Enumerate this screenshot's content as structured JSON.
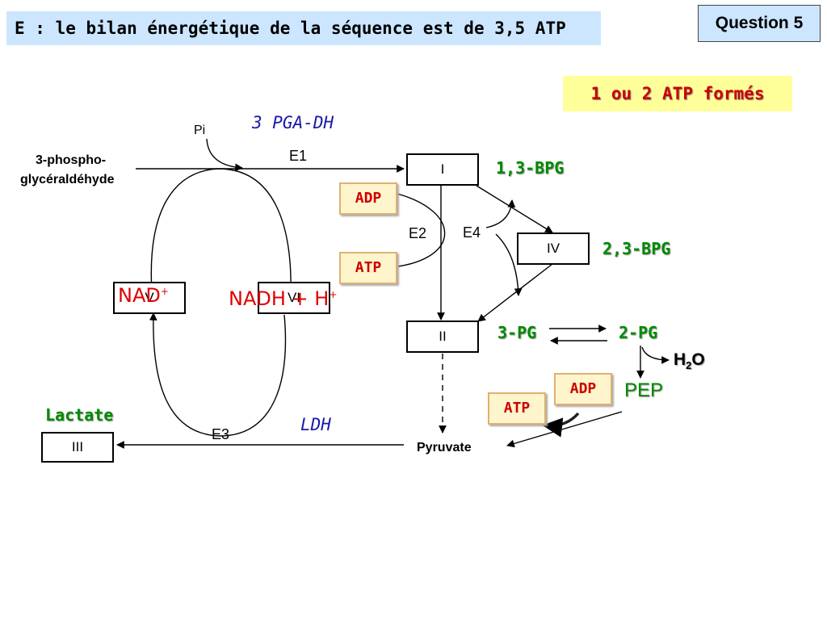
{
  "header": {
    "title": "E : le bilan énergétique de la séquence est de 3,5 ATP",
    "question": "Question 5",
    "highlight": "1 ou 2 ATP formés"
  },
  "diagram": {
    "substrate_line1": "3-phospho-",
    "substrate_line2": "glycéraldéhyde",
    "pi": "Pi",
    "enzyme_name": "3 PGA-DH",
    "e1": "E1",
    "e2": "E2",
    "e3": "E3",
    "e4": "E4",
    "box_i": "I",
    "box_ii": "II",
    "box_iii": "III",
    "box_iv": "IV",
    "box_v": "V",
    "box_vi": "VI",
    "bpg13": "1,3-BPG",
    "bpg23": "2,3-BPG",
    "pg3": "3-PG",
    "pg2": "2-PG",
    "h2o_h": "H",
    "h2o_sub": "2",
    "h2o_o": "O",
    "pep": "PEP",
    "pyruvate": "Pyruvate",
    "lactate": "Lactate",
    "ldh": "LDH",
    "adp_top": "ADP",
    "atp_top": "ATP",
    "adp_bottom": "ADP",
    "atp_bottom": "ATP",
    "nad": "NAD",
    "nad_sup": "+",
    "nadh": "NADH + H",
    "nadh_sup": "+"
  },
  "colors": {
    "banner": "#cce6ff",
    "highlight_bg": "#ffff99",
    "red": "#e00000",
    "green": "#008a00",
    "blue": "#1a1aa8",
    "tag_bg": "#fff5cc"
  }
}
